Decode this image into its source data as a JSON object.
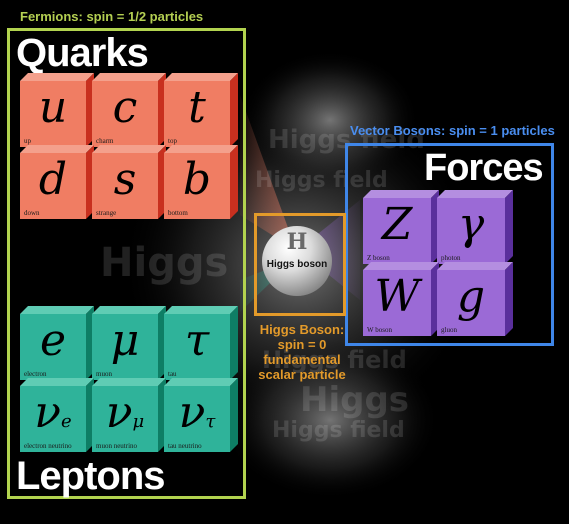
{
  "labels": {
    "fermions": "Fermions: spin = 1/2 particles",
    "vector_bosons": "Vector Bosons: spin = 1 particles",
    "quarks": "Quarks",
    "leptons": "Leptons",
    "forces": "Forces",
    "higgs_desc": "Higgs Boson:\nspin = 0\nfundamental\nscalar particle"
  },
  "higgs": {
    "symbol": "H",
    "name": "Higgs boson"
  },
  "background_text": [
    "Higgs field",
    "Higgs field",
    "Higgs",
    "Higgs field",
    "Higgs field",
    "Higgs"
  ],
  "quarks": [
    {
      "symbol": "u",
      "sub": "",
      "name": "up"
    },
    {
      "symbol": "c",
      "sub": "",
      "name": "charm"
    },
    {
      "symbol": "t",
      "sub": "",
      "name": "top"
    },
    {
      "symbol": "d",
      "sub": "",
      "name": "down"
    },
    {
      "symbol": "s",
      "sub": "",
      "name": "strange"
    },
    {
      "symbol": "b",
      "sub": "",
      "name": "bottom"
    }
  ],
  "leptons": [
    {
      "symbol": "e",
      "sub": "",
      "name": "electron"
    },
    {
      "symbol": "μ",
      "sub": "",
      "name": "muon"
    },
    {
      "symbol": "τ",
      "sub": "",
      "name": "tau"
    },
    {
      "symbol": "ν",
      "sub": "e",
      "name": "electron neutrino"
    },
    {
      "symbol": "ν",
      "sub": "μ",
      "name": "muon neutrino"
    },
    {
      "symbol": "ν",
      "sub": "τ",
      "name": "tau neutrino"
    }
  ],
  "bosons": [
    {
      "symbol": "Z",
      "sub": "",
      "name": "Z boson"
    },
    {
      "symbol": "γ",
      "sub": "",
      "name": "photon"
    },
    {
      "symbol": "W",
      "sub": "",
      "name": "W boson"
    },
    {
      "symbol": "g",
      "sub": "",
      "name": "gluon"
    }
  ],
  "colors": {
    "quark": "#f07d63",
    "lepton": "#2fb39a",
    "boson": "#9b6ad6",
    "fermion_frame": "#b2d34f",
    "boson_frame": "#3f86e8",
    "higgs_frame": "#e39a2a"
  }
}
